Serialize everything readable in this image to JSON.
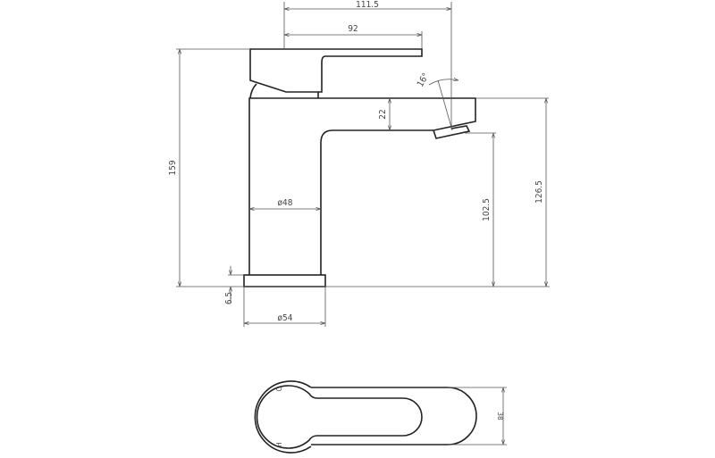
{
  "dimensions": {
    "overall_reach": "111.5",
    "handle_length": "92",
    "total_height": "159",
    "handle_angle": "16°",
    "spout_thickness": "22",
    "body_diameter": "ø48",
    "base_diameter": "ø54",
    "base_height": "6.5",
    "outlet_height": "102.5",
    "spout_height": "126.5",
    "top_width": "38"
  },
  "top_view_labels": {
    "cold": "C",
    "hot": "H"
  },
  "colors": {
    "outline": "#222222",
    "dimension": "#555555",
    "background": "#ffffff"
  }
}
